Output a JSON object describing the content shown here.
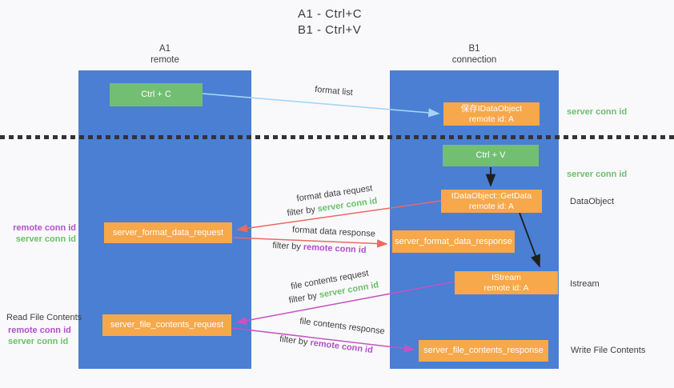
{
  "title": {
    "line1": "A1 - Ctrl+C",
    "line2": "B1 - Ctrl+V"
  },
  "lanes": {
    "left": {
      "header_top": "A1",
      "header_bottom": "remote"
    },
    "right": {
      "header_top": "B1",
      "header_bottom": "connection"
    }
  },
  "nodes": {
    "ctrl_c": {
      "label": "Ctrl + C"
    },
    "ctrl_v": {
      "label": "Ctrl + V"
    },
    "save_idataobject": {
      "line1": "保存IDataObject",
      "line2": "remote id: A"
    },
    "idataobject_getdata": {
      "line1": "IDataObject::GetData",
      "line2": "remote id: A"
    },
    "istream": {
      "line1": "IStream",
      "line2": "remote id: A"
    },
    "server_format_data_request": {
      "label": "server_format_data_request"
    },
    "server_format_data_response": {
      "label": "server_format_data_response"
    },
    "server_file_contents_request": {
      "label": "server_file_contents_request"
    },
    "server_file_contents_response": {
      "label": "server_file_contents_response"
    }
  },
  "annotations": {
    "right_server_conn_id_1": "server conn id",
    "right_server_conn_id_2": "server conn id",
    "dataobject": "DataObject",
    "istream": "Istream",
    "write_file_contents": "Write File Contents",
    "read_file_contents": "Read File Contents",
    "left_remote_conn_id_1": "remote conn id",
    "left_server_conn_id_1": "server conn id",
    "left_remote_conn_id_2": "remote conn id",
    "left_server_conn_id_2": "server conn id"
  },
  "arrows": {
    "format_list": {
      "label": "format list"
    },
    "format_data_request": {
      "label": "format data request",
      "filter_prefix": "filter by",
      "filter_key": "server conn id"
    },
    "format_data_response": {
      "label": "format data response",
      "filter_prefix": "filter by",
      "filter_key": "remote conn id"
    },
    "file_contents_request": {
      "label": "file contents request",
      "filter_prefix": "filter by",
      "filter_key": "server conn id"
    },
    "file_contents_response": {
      "label": "file contents response",
      "filter_prefix": "filter by",
      "filter_key": "remote conn id"
    }
  },
  "colors": {
    "lane_blue": "#4a7fd3",
    "action_green": "#72bf74",
    "message_orange": "#f7a84a",
    "server_conn_green": "#6cbf6c",
    "remote_conn_purple": "#b050c8",
    "request_red": "#e96a5f",
    "contents_magenta": "#c653c0",
    "format_list_blue": "#a5d5f5",
    "arrow_black": "#1f1f1f"
  }
}
